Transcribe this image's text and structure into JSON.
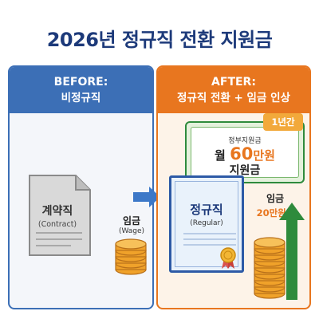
{
  "title": "2026년 정규직 전환 지원금",
  "before": {
    "header_line1": "BEFORE:",
    "header_line2": "비정규직",
    "contract_label": "계약직",
    "contract_sub": "(Contract)",
    "wage_label": "임금",
    "wage_sub": "(Wage)"
  },
  "after": {
    "header_line1": "AFTER:",
    "header_line2": "정규직 전환 + 임금 인상",
    "subsidy_small": "정부지원금",
    "subsidy_prefix": "월",
    "subsidy_amount": "60",
    "subsidy_unit": "만원",
    "subsidy_sub": "지원금",
    "year_badge": "1년간",
    "cert_title": "정규직",
    "cert_sub": "(Regular)",
    "wage_label": "임금",
    "wage_increase": "20만원↑"
  },
  "colors": {
    "title": "#1d3a7a",
    "before_accent": "#3c6fb6",
    "after_accent": "#e8761f",
    "subsidy_green": "#2e8b3c",
    "coin": "#f0a22a"
  },
  "icons": [
    "document-icon",
    "coin-stack-icon",
    "arrow-right-icon",
    "certificate-icon",
    "seal-icon",
    "coin-stack-icon",
    "arrow-up-icon"
  ]
}
